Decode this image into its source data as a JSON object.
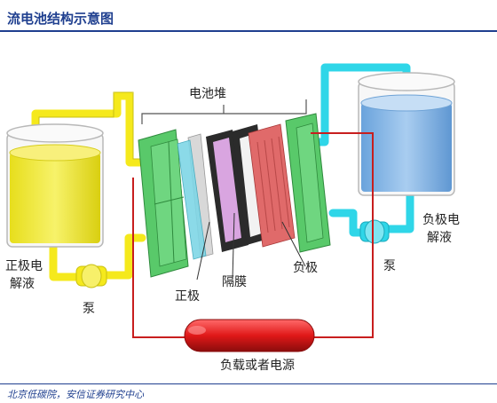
{
  "title": "流电池结构示意图",
  "source": "北京低碳院，安信证券研究中心",
  "labels": {
    "stack": "电池堆",
    "pos_electrolyte_1": "正极电",
    "pos_electrolyte_2": "解液",
    "neg_electrolyte_1": "负极电",
    "neg_electrolyte_2": "解液",
    "pump_left": "泵",
    "pump_right": "泵",
    "positive": "正极",
    "membrane": "隔膜",
    "negative": "负极",
    "load": "负载或者电源"
  },
  "colors": {
    "title": "#1f3f8f",
    "positive_electrolyte": "#f2ea2e",
    "positive_pipe": "#f5e91c",
    "negative_electrolyte": "#7fb2e6",
    "negative_pipe": "#2fd6e8",
    "end_plate": "#59c96a",
    "membrane": "#e8b0ec",
    "neg_plate": "#e06a6a",
    "circuit": "#c81e1e",
    "load": "#e01818"
  }
}
